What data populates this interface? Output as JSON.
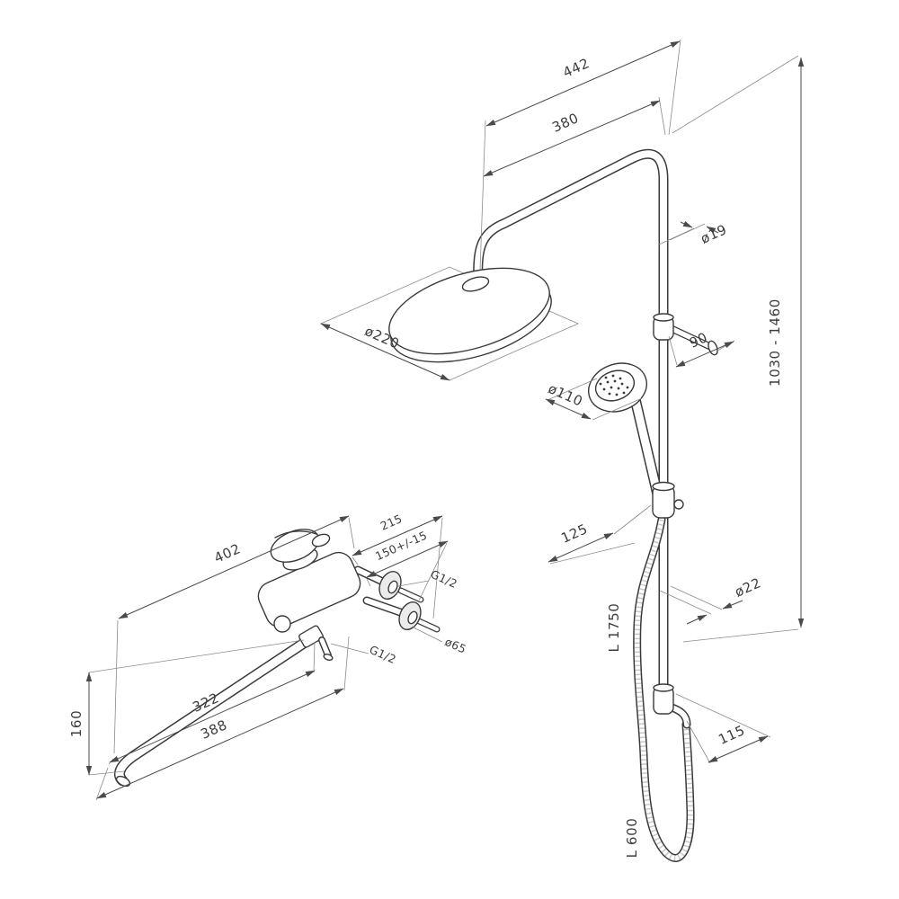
{
  "title": "Shower system technical drawing",
  "colors": {
    "bg": "#ffffff",
    "line": "#3a3a3a",
    "dim": "#4a4a4a",
    "ext": "#8a8a8a",
    "text": "#3d3d3d"
  },
  "shower_column": {
    "dims": {
      "width_overall": "442",
      "arm_reach": "380",
      "pipe_diameter": "ø19",
      "height_range": "1030 - 1460",
      "rain_head_diameter": "ø220",
      "bracket_offset": "90",
      "hand_shower_diameter": "ø110",
      "holder_offset": "125",
      "column_diameter": "ø22",
      "hose_length": "L 1750",
      "inlet_offset": "115",
      "lower_hose_length": "L 600"
    }
  },
  "mixer": {
    "dims": {
      "overall_length": "402",
      "body_depth": "215",
      "inlet_spacing": "150+/-15",
      "inlet_thread": "G1/2",
      "flange_diameter": "ø65",
      "outlet_thread": "G1/2",
      "spout_reach": "322",
      "spout_overall": "388",
      "spout_drop": "160"
    }
  }
}
